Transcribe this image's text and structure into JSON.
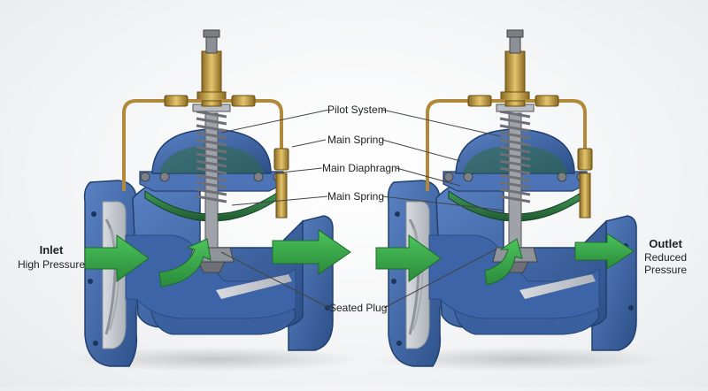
{
  "labels": {
    "pilot_system": "Pilot System",
    "main_spring_1": "Main Spring",
    "main_diaphragm": "Main Diaphragm",
    "main_spring_2": "Main Spring",
    "seated_plug": "Seated Plug",
    "inlet_title": "Inlet",
    "inlet_sub": "High Pressure",
    "outlet_title": "Outlet",
    "outlet_sub_1": "Reduced",
    "outlet_sub_2": "Pressure"
  },
  "colors": {
    "body_blue": "#3f67a8",
    "body_blue_dark": "#2b4c82",
    "cut_face": "#c9ccd1",
    "flow_green": "#3aa34a",
    "diaphragm_green": "#2f7a45",
    "brass": "#c9a44a",
    "spring_steel": "#8d9096"
  }
}
